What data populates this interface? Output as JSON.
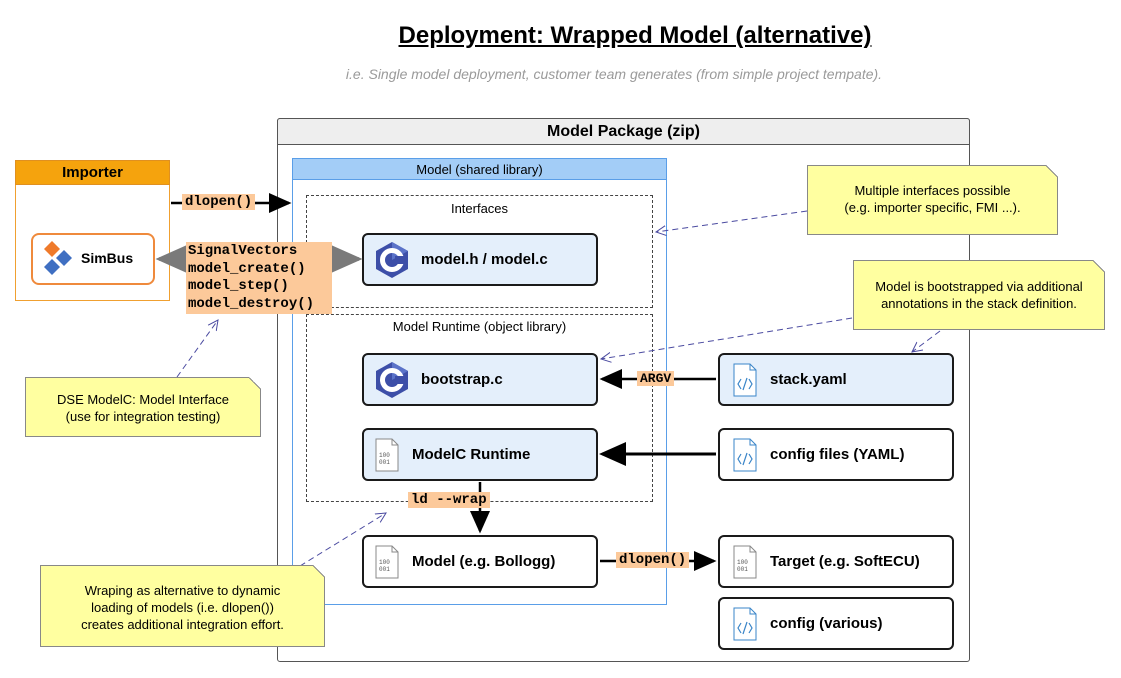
{
  "title": "Deployment: Wrapped Model (alternative)",
  "subtitle": "i.e. Single model deployment, customer team generates (from simple project tempate).",
  "package": {
    "label": "Model Package (zip)"
  },
  "model_library": {
    "label": "Model (shared library)"
  },
  "interfaces": {
    "label": "Interfaces",
    "model_h": "model.h / model.c"
  },
  "runtime": {
    "label": "Model Runtime (object library)",
    "bootstrap": "bootstrap.c",
    "modelc_runtime": "ModelC Runtime"
  },
  "model_box": {
    "label": "Model (e.g. Bollogg)"
  },
  "importer": {
    "label": "Importer",
    "simbus": "SimBus"
  },
  "external": {
    "stack_yaml": "stack.yaml",
    "config_files": "config files (YAML)",
    "target": "Target (e.g. SoftECU)",
    "config_various": "config (various)"
  },
  "connectors": {
    "dlopen_importer": "dlopen()",
    "argv": "ARGV",
    "ld_wrap": "ld --wrap",
    "dlopen_target": "dlopen()",
    "signal_vectors": "SignalVectors",
    "model_create": "model_create()",
    "model_step": "model_step()",
    "model_destroy": "model_destroy()"
  },
  "notes": {
    "interfaces": {
      "line1": "Multiple interfaces possible",
      "line2": "(e.g. importer specific, FMI ...)."
    },
    "bootstrap": {
      "line1": "Model is bootstrapped via additional",
      "line2": "annotations in the stack definition."
    },
    "modelc": {
      "line1": "DSE ModelC: Model Interface",
      "line2": "(use for integration testing)"
    },
    "wrapping": {
      "line1": "Wraping as alternative to dynamic",
      "line2": "loading of models (i.e. dlopen())",
      "line3": "creates additional integration effort."
    }
  },
  "icons": {
    "c_language": "c-language-icon",
    "binary_file": "binary-file-icon",
    "code_file": "code-file-icon",
    "simbus_logo": "simbus-diamond-icon"
  },
  "colors": {
    "importer_header": "#f5a30d",
    "simbus_border": "#ef8a3c",
    "model_library_header": "#a3cdf7",
    "label_highlight": "#fcc99a",
    "note_fill": "#ffffa0",
    "component_blue": "#e4effb"
  }
}
